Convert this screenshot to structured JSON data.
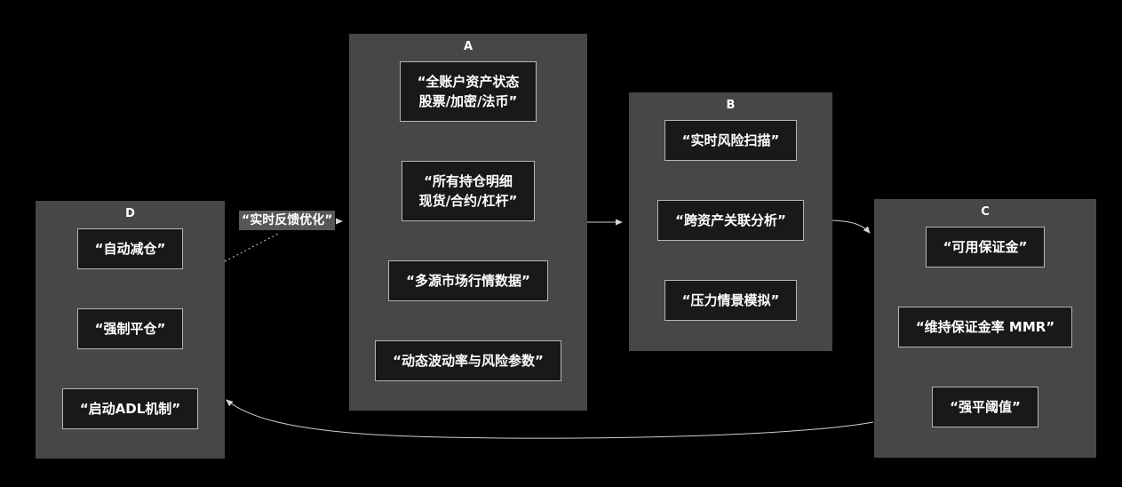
{
  "diagram": {
    "background": "#000000",
    "node_fill": "#474747",
    "item_fill": "#191919",
    "item_border": "#b5b5b5",
    "text_color": "#ffffff",
    "arrow_color": "#cfcfcf",
    "label_fill": "#575757"
  },
  "nodes": {
    "a": {
      "title": "A",
      "items": [
        "“全账户资产状态\n股票/加密/法币”",
        "“所有持仓明细\n现货/合约/杠杆”",
        "“多源市场行情数据”",
        "“动态波动率与风险参数”"
      ]
    },
    "b": {
      "title": "B",
      "items": [
        "“实时风险扫描”",
        "“跨资产关联分析”",
        "“压力情景模拟”"
      ]
    },
    "c": {
      "title": "C",
      "items": [
        "“可用保证金”",
        "“维持保证金率 MMR”",
        "“强平阈值”"
      ]
    },
    "d": {
      "title": "D",
      "items": [
        "“自动减仓”",
        "“强制平仓”",
        "“启动ADL机制”"
      ]
    }
  },
  "edges": {
    "a_to_b": {
      "from": "A",
      "to": "B",
      "style": "solid"
    },
    "b_to_c": {
      "from": "B",
      "to": "C",
      "style": "solid"
    },
    "c_to_d": {
      "from": "C",
      "to": "D",
      "style": "solid"
    },
    "d_to_a": {
      "from": "D",
      "to": "A",
      "style": "dotted",
      "label": "“实时反馈优化”"
    }
  }
}
